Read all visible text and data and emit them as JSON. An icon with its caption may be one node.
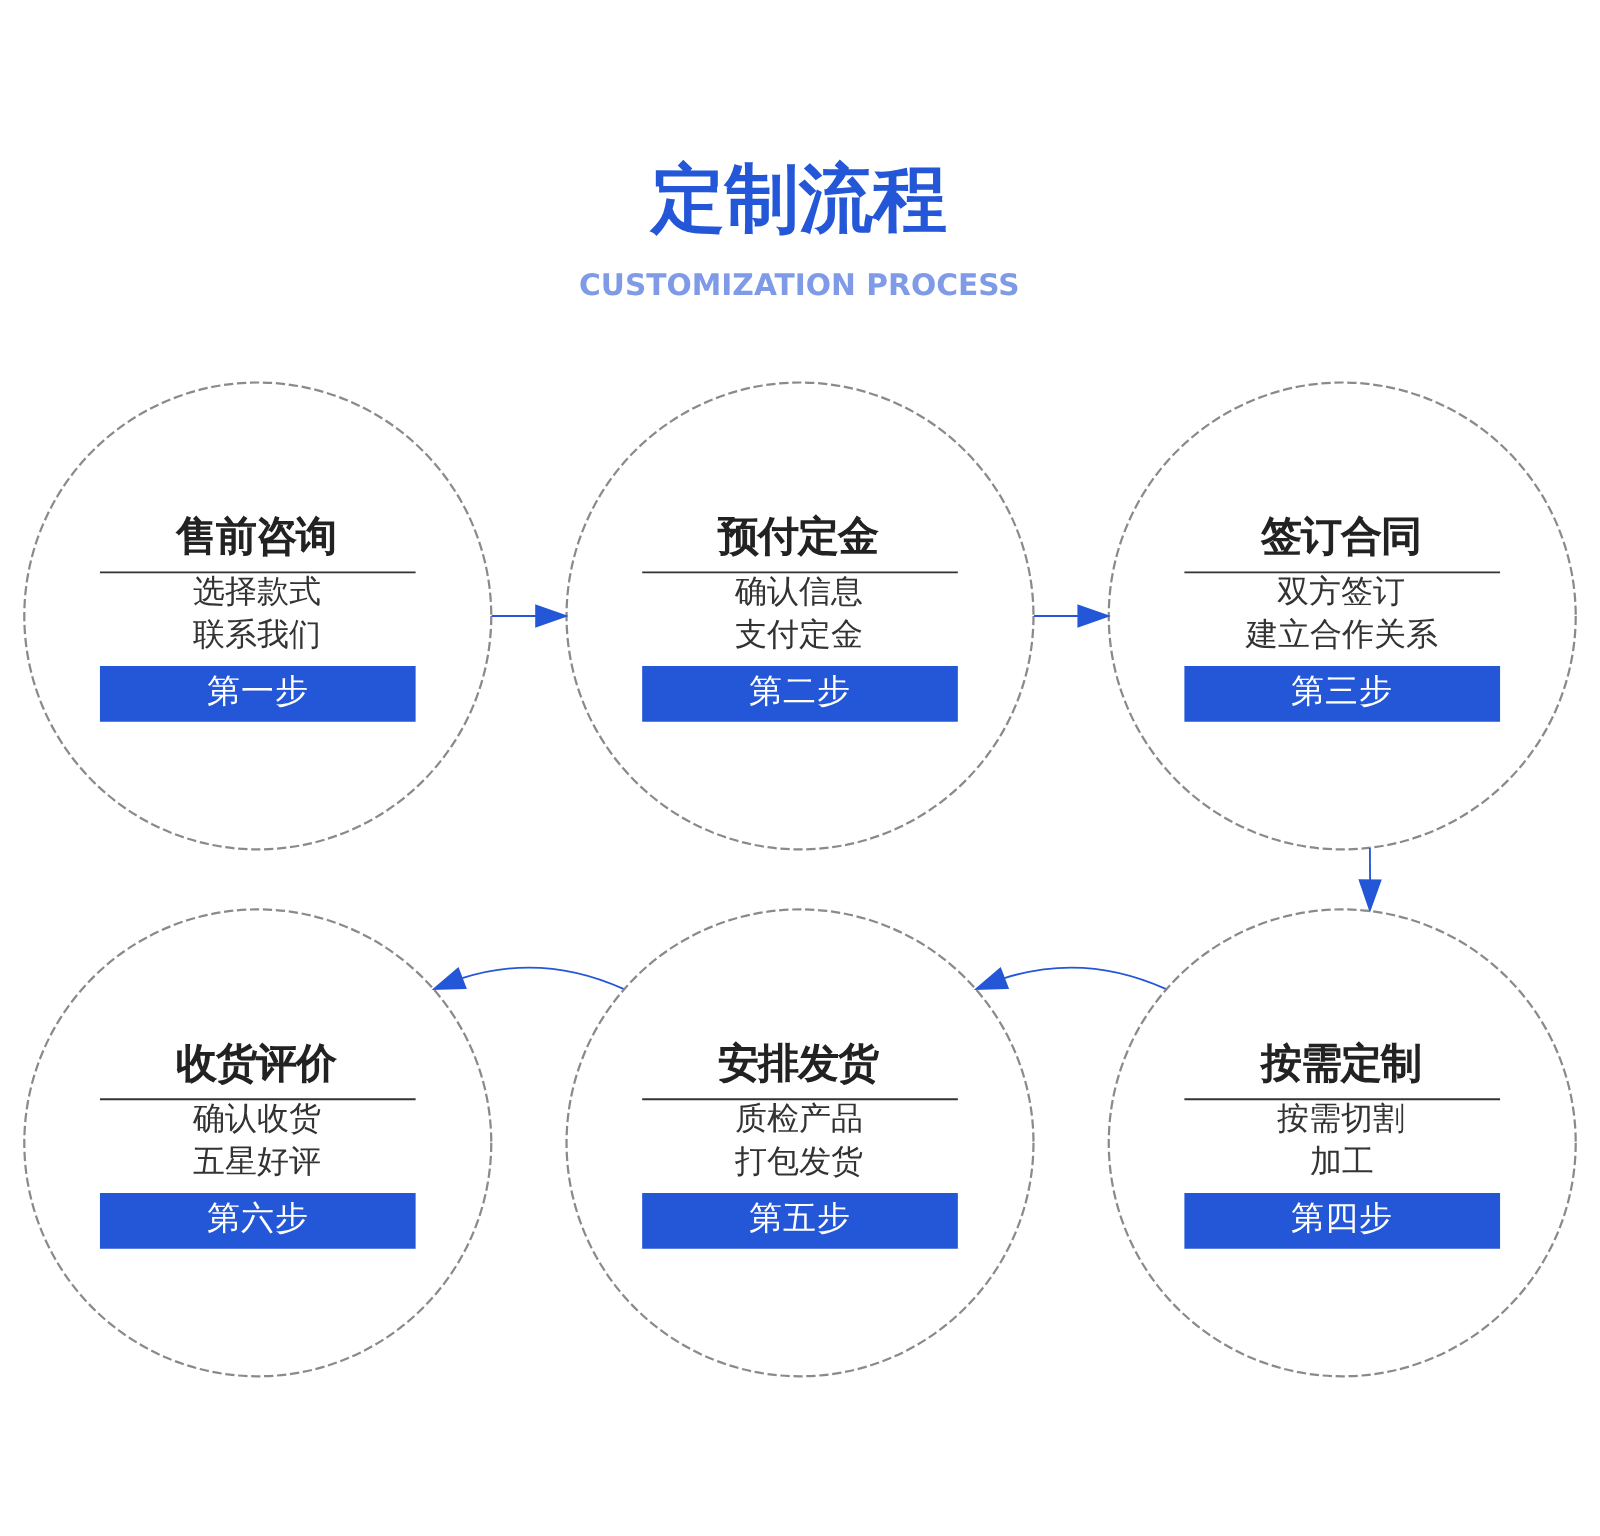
{
  "diagram": {
    "title": "定制流程",
    "nodes": [
      {
        "text": [
          "售前咨询",
          "选择款式",
          "联系我们",
          "第一步"
        ]
      },
      {
        "text": [
          "预付定金",
          "确认信息",
          "支付定金",
          "第二步"
        ]
      },
      {
        "text": [
          "签订合同",
          "双方签订",
          "建立合作关系",
          "第三步"
        ]
      },
      {
        "text": [
          "收货评价",
          "确认收货",
          "五星好评",
          "第六步"
        ]
      },
      {
        "text": [
          "安排发货",
          "质检产品",
          "打包发货",
          "第五步"
        ]
      },
      {
        "text": [
          "按需定制",
          "按需切割",
          "加工",
          "第四步"
        ]
      }
    ],
    "edges": [
      {
        "from": 0,
        "to": 1,
        "arrow": "to"
      },
      {
        "from": 1,
        "to": 2,
        "arrow": "to"
      },
      {
        "from": 2,
        "to": 5,
        "arrow": "to"
      },
      {
        "from": 5,
        "to": 4,
        "arrow": "to"
      },
      {
        "from": 4,
        "to": 3,
        "arrow": "to"
      }
    ],
    "labels": [
      "CUSTOMIZATION PROCESS"
    ]
  }
}
